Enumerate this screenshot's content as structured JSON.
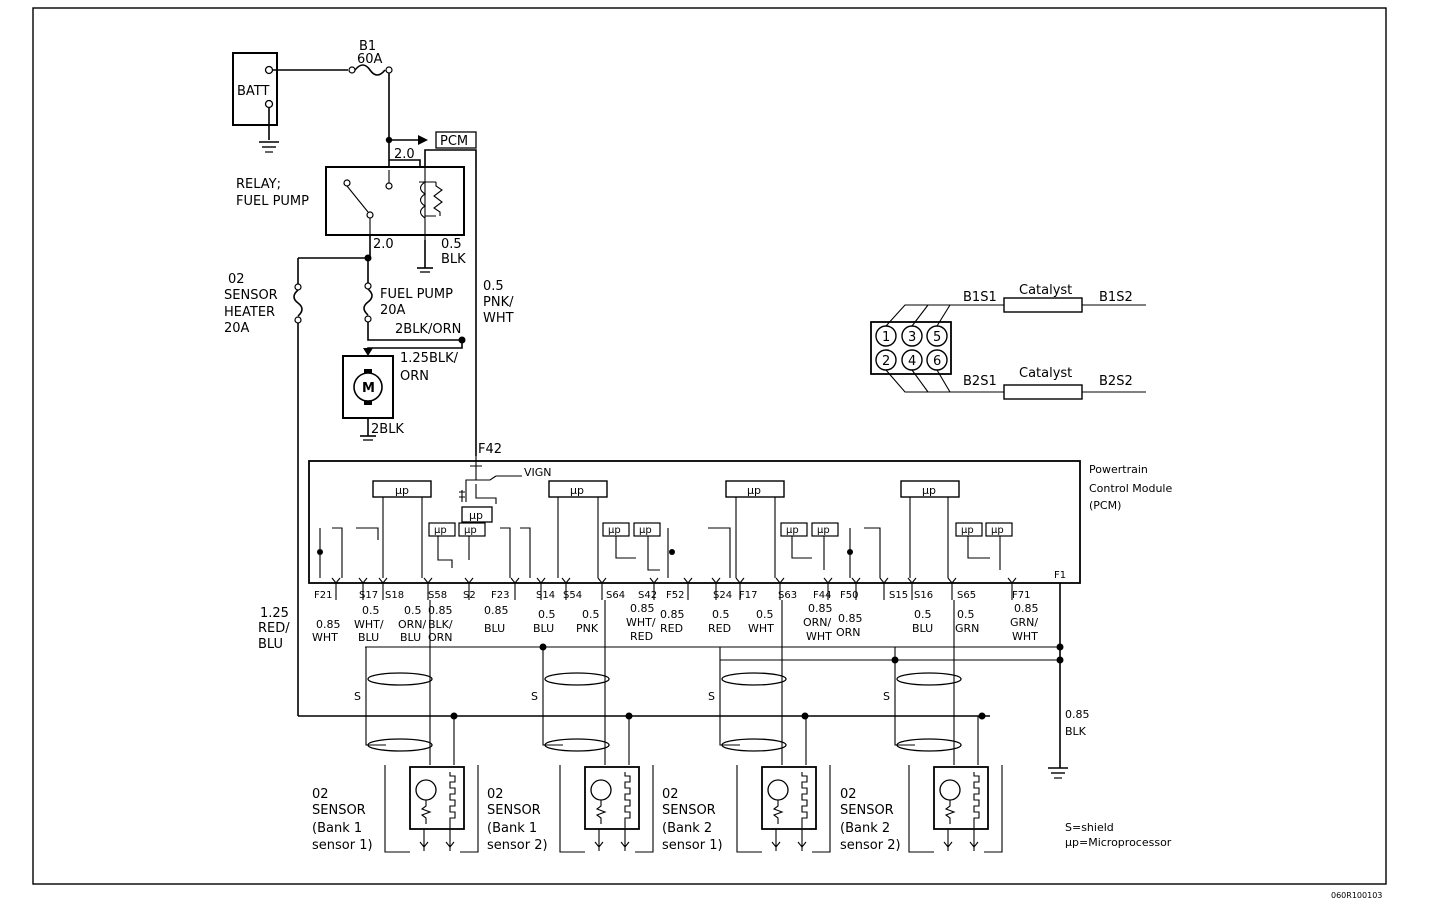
{
  "power": {
    "battery": "BATT",
    "fuse_name": "B1",
    "fuse_rating": "60A",
    "pcm_tag": "PCM",
    "wire_2_0_top": "2.0",
    "relay_line1": "RELAY;",
    "relay_line2": "FUEL PUMP",
    "wire_2_0_bottom": "2.0",
    "relay_ground_size": "0.5",
    "relay_ground_color": "BLK",
    "o2_heater_line1": "02",
    "o2_heater_line2": "SENSOR",
    "o2_heater_line3": "HEATER",
    "o2_heater_line4": "20A",
    "fp_fuse_line1": "FUEL PUMP",
    "fp_fuse_line2": "20A",
    "wire_2blk_orn": "2BLK/ORN",
    "wire_pnk_size": "0.5",
    "wire_pnk_line1": "PNK/",
    "wire_pnk_line2": "WHT",
    "motor_symbol": "M",
    "motor_wire_line1": "1.25BLK/",
    "motor_wire_line2": "ORN",
    "motor_ground": "2BLK",
    "f42": "F42",
    "vign": "VIGN"
  },
  "catalyst": {
    "b1s1": "B1S1",
    "b1s2": "B1S2",
    "b2s1": "B2S1",
    "b2s2": "B2S2",
    "label": "Catalyst",
    "cylinders": [
      "1",
      "3",
      "5",
      "2",
      "4",
      "6"
    ]
  },
  "pcm": {
    "title_line1": "Powertrain",
    "title_line2": "Control Module",
    "title_line3": "(PCM)",
    "f1": "F1",
    "mu": "µp"
  },
  "pins": [
    "F21",
    "S17",
    "S18",
    "S58",
    "S2",
    "F23",
    "S14",
    "S54",
    "S64",
    "S42",
    "F52",
    "S24",
    "F17",
    "S63",
    "F44",
    "F50",
    "S15",
    "S16",
    "S65",
    "F71"
  ],
  "wires": {
    "red_blu_size": "1.25",
    "red_blu_line1": "RED/",
    "red_blu_line2": "BLU",
    "w1a": "0.85",
    "w1b": "WHT",
    "w2a": "0.5",
    "w2b": "WHT/",
    "w2c": "BLU",
    "w3a": "0.5",
    "w3b": "ORN/",
    "w3c": "BLU",
    "w4a": "0.85",
    "w4b": "BLK/",
    "w4c": "ORN",
    "w5a": "0.85",
    "w5b": "BLU",
    "w6a": "0.5",
    "w6b": "BLU",
    "w7a": "0.5",
    "w7b": "PNK",
    "w8a": "0.85",
    "w8b": "WHT/",
    "w8c": "RED",
    "w9a": "0.85",
    "w9b": "RED",
    "w10a": "0.5",
    "w10b": "RED",
    "w11a": "0.5",
    "w11b": "WHT",
    "w12a": "0.85",
    "w12b": "ORN/",
    "w12c": "WHT",
    "w13a": "0.85",
    "w13b": "ORN",
    "w14a": "0.5",
    "w14b": "BLU",
    "w15a": "0.5",
    "w15b": "GRN",
    "w16a": "0.85",
    "w16b": "GRN/",
    "w16c": "WHT",
    "ground_size": "0.85",
    "ground_color": "BLK",
    "shield_mark": "S"
  },
  "sensors": [
    {
      "l1": "02",
      "l2": "SENSOR",
      "l3": "(Bank 1",
      "l4": "sensor 1)"
    },
    {
      "l1": "02",
      "l2": "SENSOR",
      "l3": "(Bank 1",
      "l4": "sensor 2)"
    },
    {
      "l1": "02",
      "l2": "SENSOR",
      "l3": "(Bank 2",
      "l4": "sensor 1)"
    },
    {
      "l1": "02",
      "l2": "SENSOR",
      "l3": "(Bank 2",
      "l4": "sensor 2)"
    }
  ],
  "legend": {
    "shield": "S=shield",
    "micro": "µp=Microprocessor"
  },
  "doc_code": "060R100103"
}
